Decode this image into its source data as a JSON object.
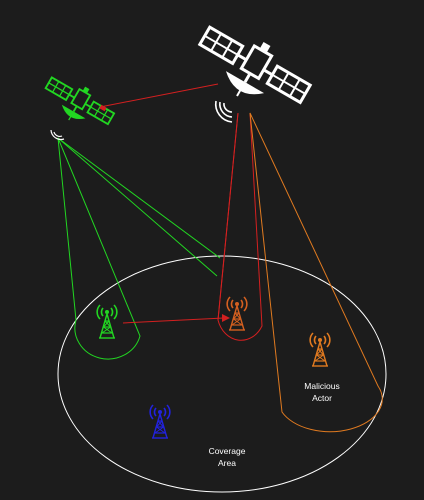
{
  "labels": {
    "coverage_line1": "Coverage",
    "coverage_line2": "Area",
    "actor_line1": "Malicious",
    "actor_line2": "Actor"
  },
  "colors": {
    "background": "#1c1c1c",
    "coverage": "#ffffff",
    "green": "#22d622",
    "red": "#d42020",
    "orange": "#e07a20",
    "blue": "#2222dd",
    "white": "#ffffff"
  },
  "icons": {
    "satellite_small": "satellite-icon",
    "satellite_large": "satellite-icon",
    "tower_green": "cell-tower-icon",
    "tower_red": "cell-tower-icon",
    "tower_orange": "cell-tower-icon",
    "tower_blue": "cell-tower-icon"
  }
}
